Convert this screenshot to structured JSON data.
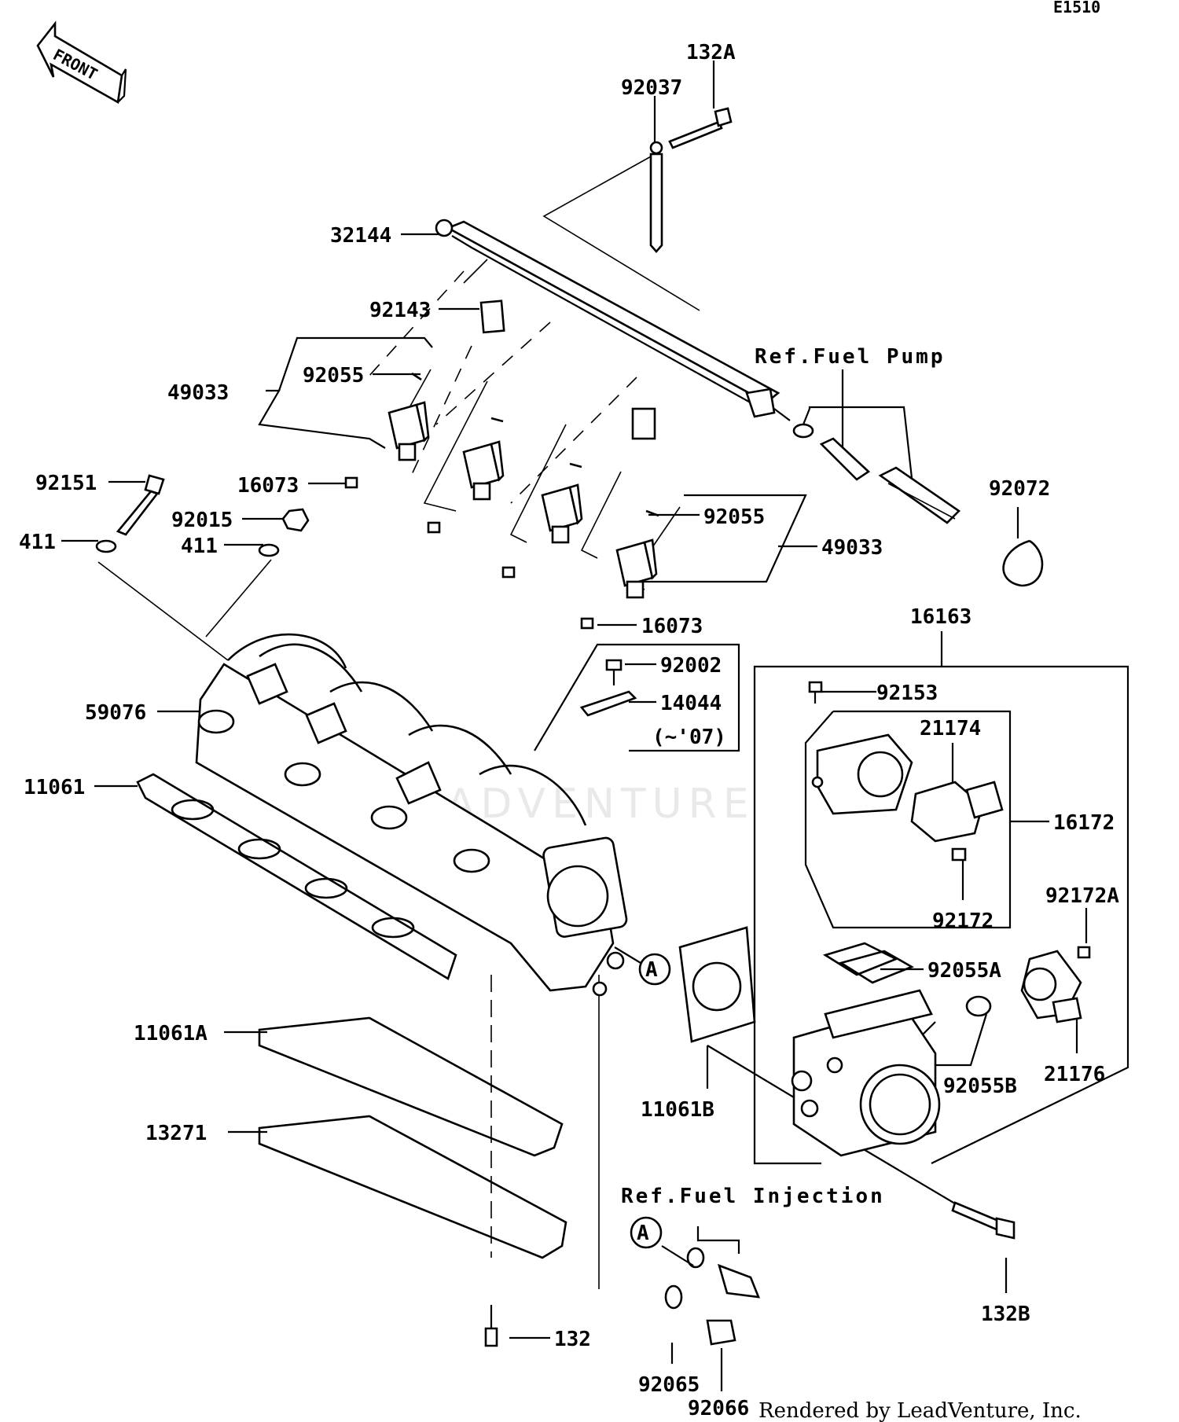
{
  "diagram": {
    "code": "E1510",
    "front_label": "FRONT",
    "watermark": "LEADVENTURE",
    "credit": "Rendered by LeadVenture, Inc.",
    "references": {
      "fuel_pump": "Ref.Fuel Pump",
      "fuel_injection": "Ref.Fuel Injection"
    },
    "callouts": {
      "a_manifold": "A",
      "a_injection": "A"
    },
    "parts": {
      "p132A": "132A",
      "p92037": "92037",
      "p32144": "32144",
      "p92143": "92143",
      "p92055_left": "92055",
      "p49033_left": "49033",
      "p92151": "92151",
      "p16073_left": "16073",
      "p92015": "92015",
      "p411_left": "411",
      "p411_right": "411",
      "p92055_right": "92055",
      "p49033_right": "49033",
      "p92072": "92072",
      "p16073_right": "16073",
      "p16163": "16163",
      "p92002": "92002",
      "p14044": "14044",
      "p14044_note": "(~'07)",
      "p59076": "59076",
      "p92153": "92153",
      "p21174": "21174",
      "p11061": "11061",
      "p16172": "16172",
      "p92172A": "92172A",
      "p92172": "92172",
      "p92055A": "92055A",
      "p11061A": "11061A",
      "p92055B": "92055B",
      "p21176": "21176",
      "p11061B": "11061B",
      "p13271": "13271",
      "p132B": "132B",
      "p132": "132",
      "p92065": "92065",
      "p92066": "92066"
    }
  }
}
